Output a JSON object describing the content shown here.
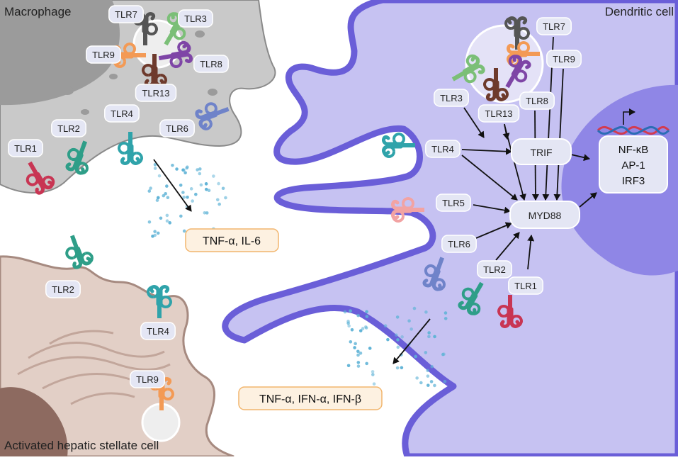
{
  "cells": {
    "macrophage": "Macrophage",
    "dendritic": "Dendritic cell",
    "stellate": "Activated hepatic stellate cell"
  },
  "labels": {
    "mac_tlr7": "TLR7",
    "mac_tlr3": "TLR3",
    "mac_tlr9": "TLR9",
    "mac_tlr8": "TLR8",
    "mac_tlr13": "TLR13",
    "mac_tlr4": "TLR4",
    "mac_tlr6": "TLR6",
    "mac_tlr2": "TLR2",
    "mac_tlr1": "TLR1",
    "hsc_tlr2": "TLR2",
    "hsc_tlr4": "TLR4",
    "hsc_tlr9": "TLR9",
    "dc_tlr7": "TLR7",
    "dc_tlr9": "TLR9",
    "dc_tlr3": "TLR3",
    "dc_tlr8": "TLR8",
    "dc_tlr13": "TLR13",
    "dc_tlr4": "TLR4",
    "dc_tlr5": "TLR5",
    "dc_tlr6": "TLR6",
    "dc_tlr2": "TLR2",
    "dc_tlr1": "TLR1"
  },
  "adaptors": {
    "trif": "TRIF",
    "myd88": "MYD88"
  },
  "transcription_factors": [
    "NF-κB",
    "AP-1",
    "IRF3"
  ],
  "cytokines": {
    "macrophage": "TNF-α, IL-6",
    "dendritic": "TNF-α, IFN-α, IFN-β"
  },
  "colors": {
    "macrophage_fill": "#c9c9c9",
    "macrophage_nucleus": "#9b9b9b",
    "dendritic_fill": "#c6c2f2",
    "dendritic_stroke": "#6a5ed8",
    "dendritic_nucleus": "#8f86e6",
    "stellate_fill": "#e2cfc6",
    "stellate_stroke": "#a68a80",
    "stellate_nucleus": "#8d6a60",
    "label_box": "#e4e6f4",
    "cytokine_box": "#fdf1e1",
    "cytokine_border": "#f2b66e",
    "dots": "#5fb3d6"
  }
}
